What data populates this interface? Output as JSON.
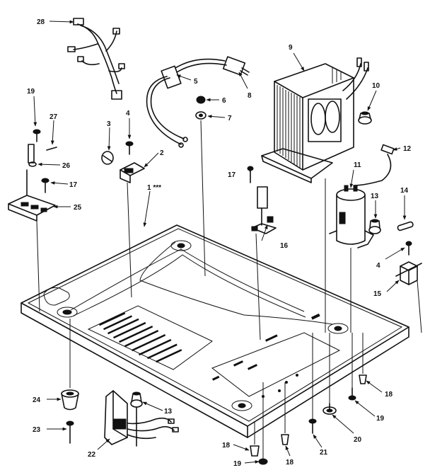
{
  "diagram": {
    "labels": {
      "l28": "28",
      "l19a": "19",
      "l27": "27",
      "l26": "26",
      "l17a": "17",
      "l25": "25",
      "l3": "3",
      "l4a": "4",
      "l2": "2",
      "l1": "1 ***",
      "l5": "5",
      "l6": "6",
      "l7": "7",
      "l8": "8",
      "l9": "9",
      "l10": "10",
      "l12": "12",
      "l11": "11",
      "l17b": "17",
      "l16": "16",
      "l13a": "13",
      "l14": "14",
      "l4b": "4",
      "l15": "15",
      "l24": "24",
      "l23": "23",
      "l22": "22",
      "l13b": "13",
      "l18a": "18",
      "l19b": "19",
      "l18b": "18",
      "l21": "21",
      "l20": "20",
      "l18c": "18",
      "l19c": "19"
    }
  }
}
